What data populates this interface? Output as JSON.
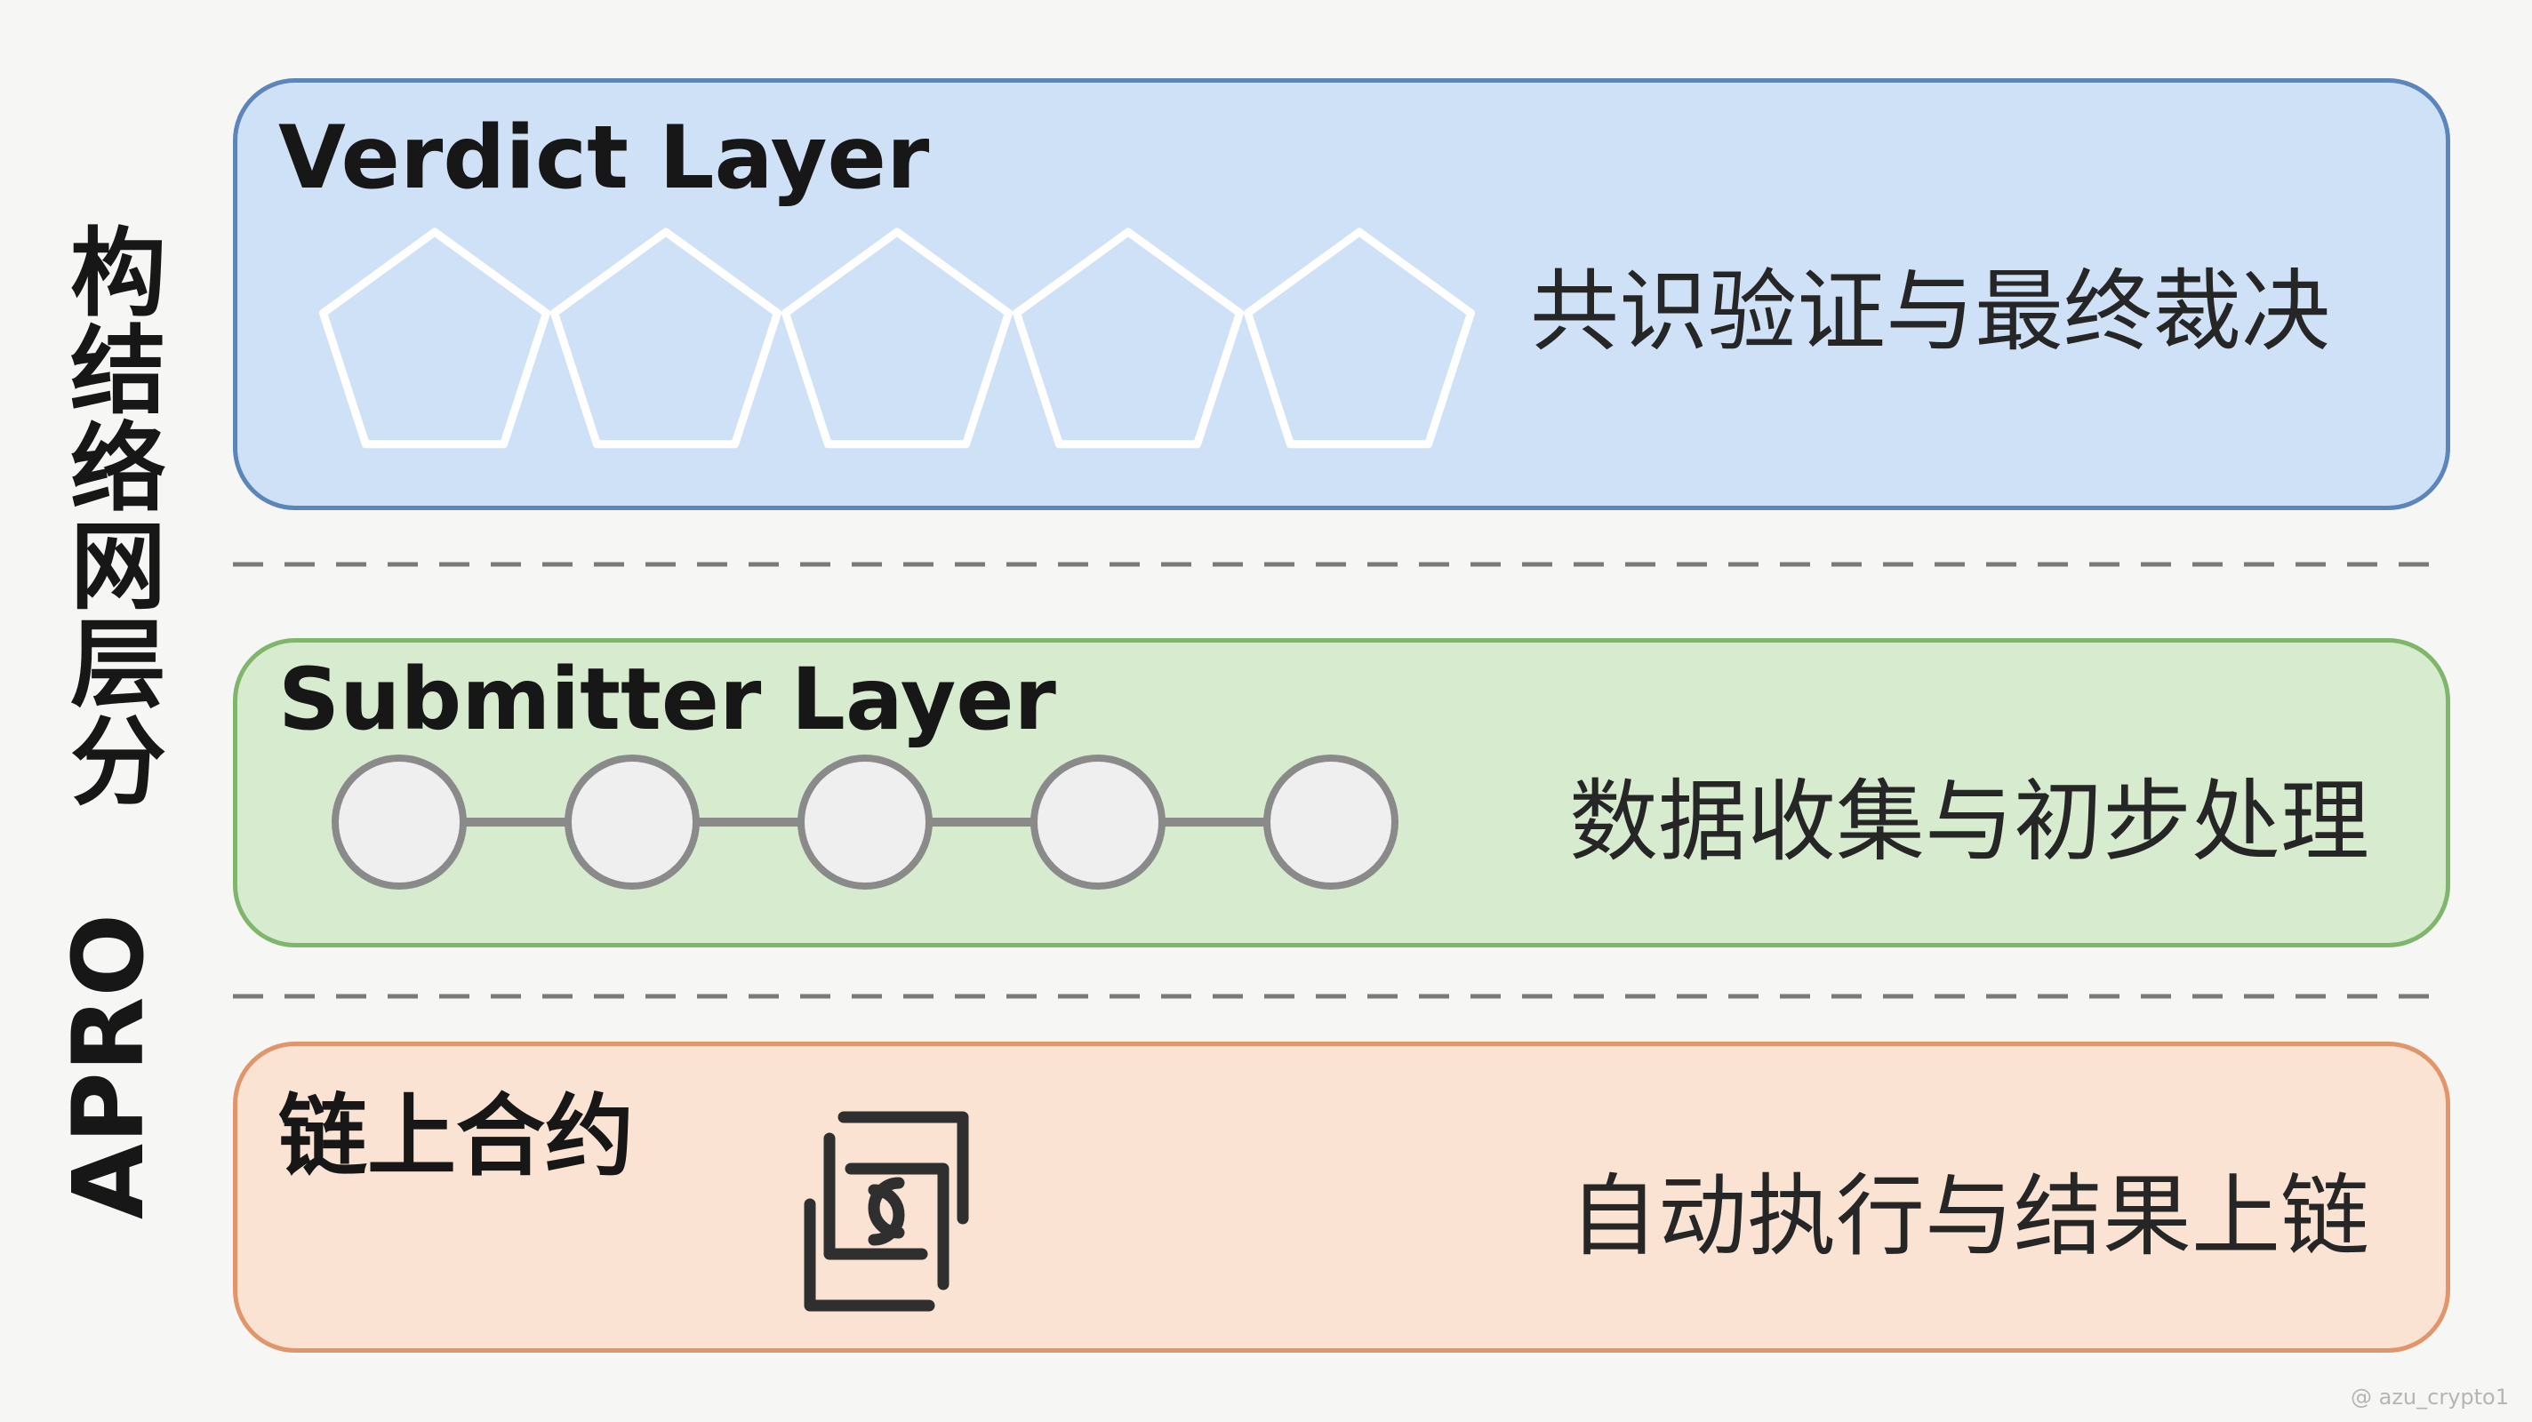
{
  "side_title": {
    "zh": "构结络网层分",
    "en": "APRO"
  },
  "layers": [
    {
      "title": "Verdict Layer",
      "description": "共识验证与最终裁决",
      "fill_color": "#cfe1f6",
      "border_color": "#5b85bb",
      "icon": "pentagon-chain-icon",
      "node_count": 5
    },
    {
      "title": "Submitter Layer",
      "description": "数据收集与初步处理",
      "fill_color": "#d7eccf",
      "border_color": "#7fb66c",
      "icon": "node-chain-icon",
      "node_count": 5
    },
    {
      "title": "链上合约",
      "description": "自动执行与结果上链",
      "fill_color": "#fae3d3",
      "border_color": "#e0966a",
      "icon": "smart-contract-icon"
    }
  ],
  "watermark": "@ azu_crypto1"
}
